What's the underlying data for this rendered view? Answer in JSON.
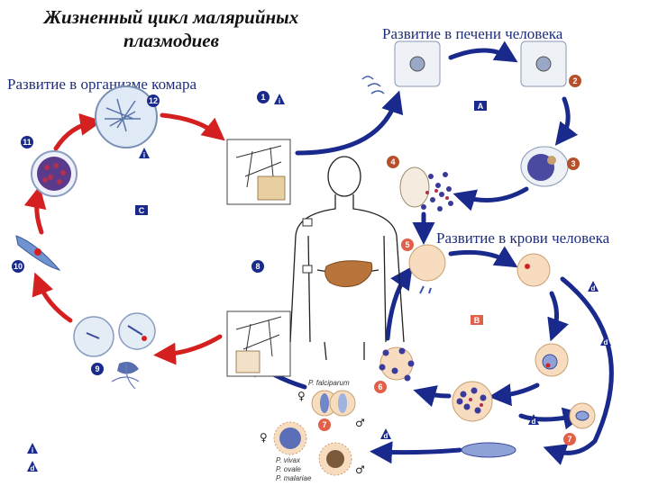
{
  "title": {
    "line1": "Жизненный цикл малярийных",
    "line2": "плазмодиев"
  },
  "captions": {
    "mosquito": "Развитие в организме комара",
    "liver": "Развитие в печени человека",
    "blood": "Развитие в крови человека"
  },
  "stage_numbers": [
    "1",
    "2",
    "3",
    "4",
    "5",
    "6",
    "7",
    "8",
    "9",
    "10",
    "11",
    "12"
  ],
  "section_letters": [
    "A",
    "B",
    "C"
  ],
  "legend_letters": [
    "i",
    "d"
  ],
  "species_labels": {
    "falciparum": "P. falciparum",
    "vivax": "P. vivax",
    "ovale": "P. ovale",
    "malariae": "P. malariae"
  },
  "gender_symbols": {
    "female": "♀",
    "male": "♂"
  },
  "colors": {
    "mosquito_arrows": "#d42020",
    "human_arrows": "#1a2a8c",
    "stage_badge": "#b5502b",
    "letter_badge": "#1a2a8c",
    "cell_fill": "#f7dcc0",
    "liver": "#b8743a"
  }
}
